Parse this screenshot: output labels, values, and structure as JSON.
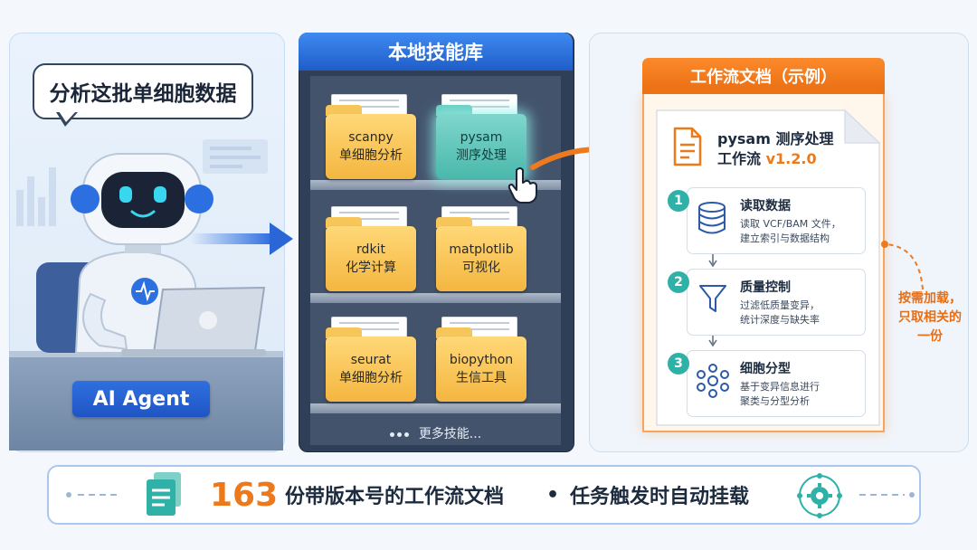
{
  "agent": {
    "speech": "分析这批单细胞数据",
    "label": "AI Agent"
  },
  "library": {
    "title": "本地技能库",
    "skills": [
      {
        "name": "scanpy",
        "desc": "单细胞分析"
      },
      {
        "name": "pysam",
        "desc": "测序处理",
        "selected": true
      },
      {
        "name": "rdkit",
        "desc": "化学计算"
      },
      {
        "name": "matplotlib",
        "desc": "可视化"
      },
      {
        "name": "seurat",
        "desc": "单细胞分析"
      },
      {
        "name": "biopython",
        "desc": "生信工具"
      }
    ],
    "more": "更多技能..."
  },
  "workflow": {
    "header": "工作流文档（示例）",
    "title_line1": "pysam 测序处理",
    "title_line2": "工作流",
    "version": "v1.2.0",
    "steps": [
      {
        "num": "1",
        "title": "读取数据",
        "desc_line1": "读取 VCF/BAM 文件，",
        "desc_line2": "建立索引与数据结构",
        "icon": "database-icon"
      },
      {
        "num": "2",
        "title": "质量控制",
        "desc_line1": "过滤低质量变异，",
        "desc_line2": "统计深度与缺失率",
        "icon": "filter-funnel-icon"
      },
      {
        "num": "3",
        "title": "细胞分型",
        "desc_line1": "基于变异信息进行",
        "desc_line2": "聚类与分型分析",
        "icon": "cluster-icon"
      }
    ],
    "side_note_line1": "按需加载，",
    "side_note_line2": "只取相关的",
    "side_note_line3": "一份"
  },
  "banner": {
    "count": "163",
    "text": "份带版本号的工作流文档",
    "separator": "•",
    "text2": "任务触发时自动挂载"
  },
  "colors": {
    "accent_blue": "#1f5dc9",
    "accent_orange": "#ea6d12",
    "teal": "#2fb1a8",
    "folder_yellow": "#f4b640"
  }
}
